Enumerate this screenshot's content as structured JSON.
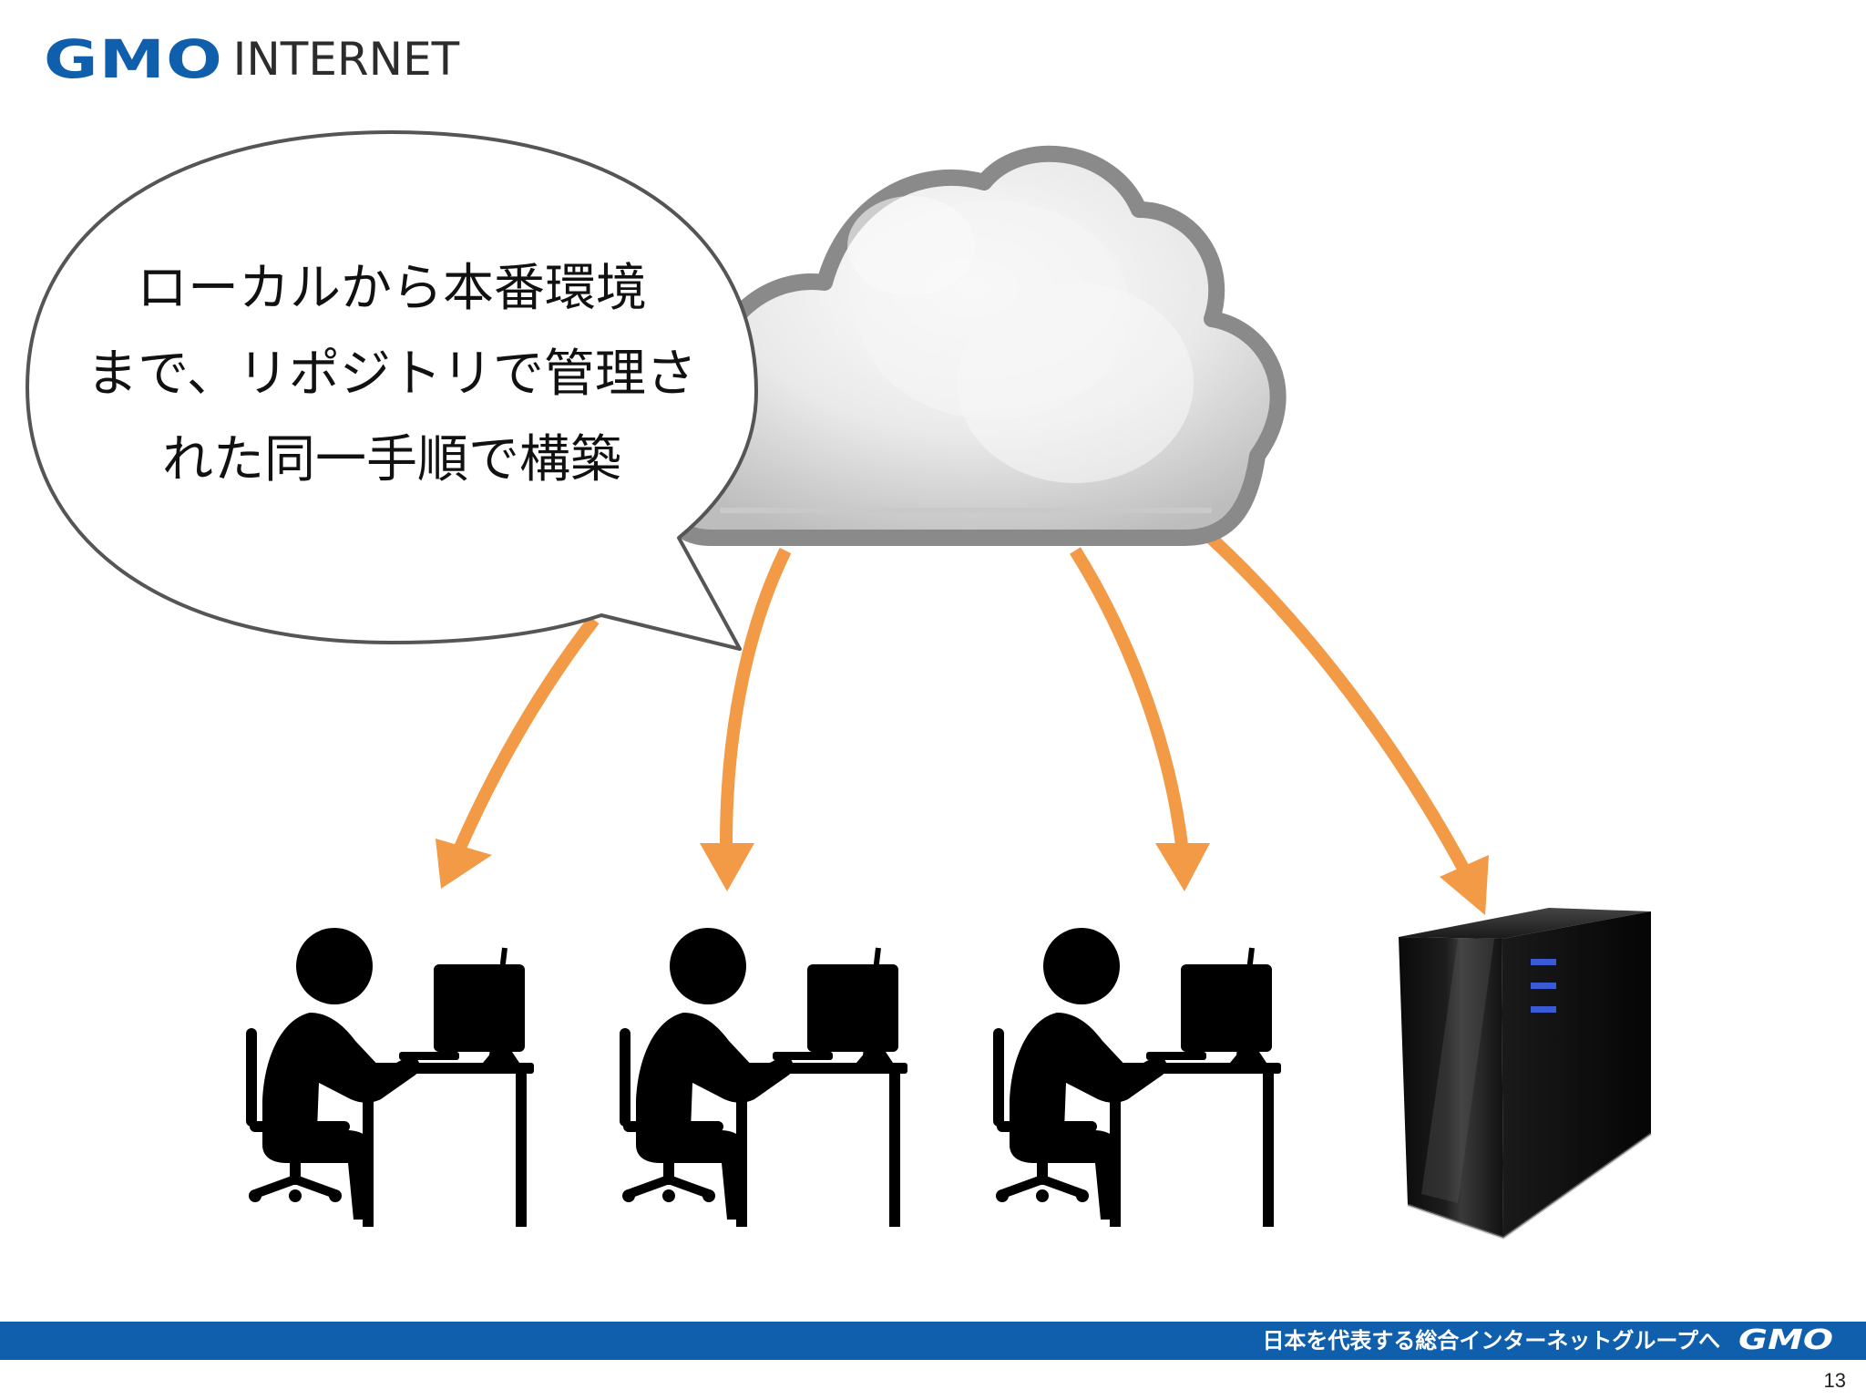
{
  "header": {
    "logo_brand": "GMO",
    "logo_suffix": "INTERNET"
  },
  "bubble": {
    "lines": [
      "ローカルから本番環境",
      "まで、リポジトリで管理さ",
      "れた同一手順で構築"
    ]
  },
  "footer": {
    "slogan": "日本を代表する総合インターネットグループへ",
    "brand": "GMO",
    "page_number": "13"
  },
  "colors": {
    "brand_blue": "#0f5fad",
    "arrow_orange": "#f29a45",
    "cloud_outline": "#8a8a8a",
    "server_accent": "#3b5bd6"
  },
  "icons": {
    "cloud": "cloud-icon",
    "developer": "developer-at-desk-icon",
    "server": "server-tower-icon",
    "arrow": "arrow-down-icon"
  }
}
